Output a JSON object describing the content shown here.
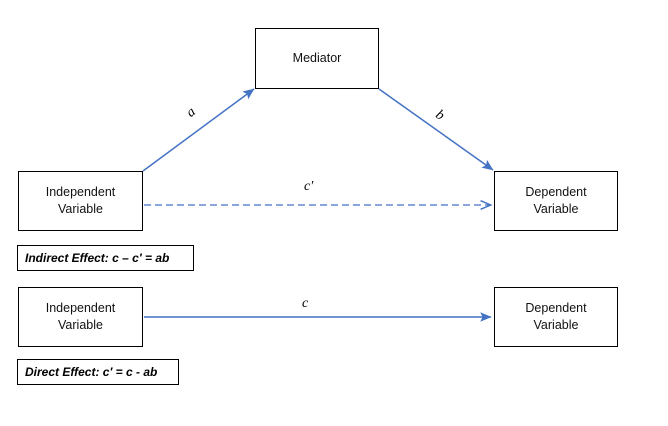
{
  "diagram": {
    "type": "mediation-model",
    "accent_color": "#4472C4",
    "outline_color": "#000000",
    "background_color": "#FFFFFF",
    "nodes": {
      "mediator": {
        "label": "Mediator"
      },
      "iv_top": {
        "line1": "Independent",
        "line2": "Variable"
      },
      "dv_top": {
        "line1": "Dependent",
        "line2": "Variable"
      },
      "iv_bottom": {
        "line1": "Independent",
        "line2": "Variable"
      },
      "dv_bottom": {
        "line1": "Dependent",
        "line2": "Variable"
      }
    },
    "paths": {
      "a": {
        "label": "a",
        "style": "solid",
        "from": "iv_top",
        "to": "mediator"
      },
      "b": {
        "label": "b",
        "style": "solid",
        "from": "mediator",
        "to": "dv_top"
      },
      "c_prime": {
        "label": "c′",
        "style": "dashed",
        "from": "iv_top",
        "to": "dv_top"
      },
      "c": {
        "label": "c",
        "style": "solid",
        "from": "iv_bottom",
        "to": "dv_bottom"
      }
    },
    "annotations": {
      "indirect_effect": "Indirect Effect: c – c′ = ab",
      "direct_effect": "Direct Effect: c′ = c - ab"
    }
  }
}
